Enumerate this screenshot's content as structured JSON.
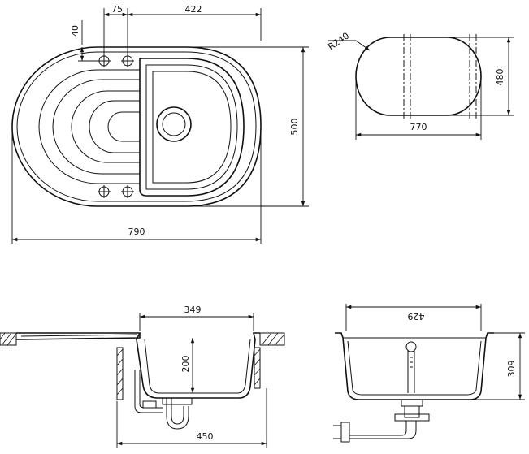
{
  "dimensions": {
    "top_view": {
      "offset_40": "40",
      "spacing_75": "75",
      "bowl_width_422": "422",
      "height_500": "500",
      "width_790": "790"
    },
    "cutout": {
      "radius": "R240",
      "height_480": "480",
      "width_770": "770"
    },
    "side_section": {
      "bowl_width_349": "349",
      "depth_200": "200",
      "cabinet_450": "450"
    },
    "front_section": {
      "width_429": "429",
      "height_309": "309"
    }
  }
}
